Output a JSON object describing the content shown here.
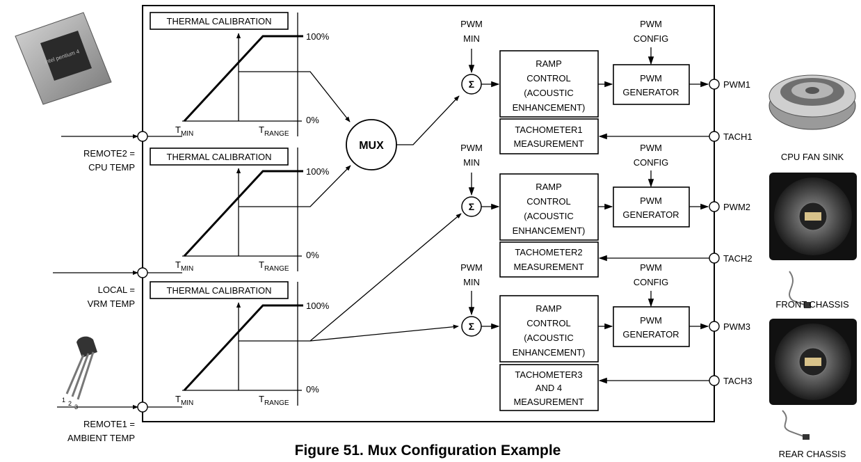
{
  "inputs": {
    "remote2": {
      "line1": "REMOTE2 =",
      "line2": "CPU TEMP"
    },
    "local": {
      "line1": "LOCAL =",
      "line2": "VRM TEMP"
    },
    "remote1": {
      "line1": "REMOTE1 =",
      "line2": "AMBIENT TEMP"
    }
  },
  "calibration": {
    "title": "THERMAL CALIBRATION",
    "pct_high": "100%",
    "pct_low": "0%",
    "t_min": {
      "base": "T",
      "sub": "MIN"
    },
    "t_range": {
      "base": "T",
      "sub": "RANGE"
    }
  },
  "mux_label": "MUX",
  "sigma": "Σ",
  "channels": [
    {
      "pwm_min": [
        "PWM",
        "MIN"
      ],
      "ramp": [
        "RAMP",
        "CONTROL",
        "(ACOUSTIC",
        "ENHANCEMENT)"
      ],
      "config": [
        "PWM",
        "CONFIG"
      ],
      "generator": [
        "PWM",
        "GENERATOR"
      ],
      "pwm_out": "PWM1",
      "tach_box": [
        "TACHOMETER1",
        "MEASUREMENT"
      ],
      "tach_in": "TACH1"
    },
    {
      "pwm_min": [
        "PWM",
        "MIN"
      ],
      "ramp": [
        "RAMP",
        "CONTROL",
        "(ACOUSTIC",
        "ENHANCEMENT)"
      ],
      "config": [
        "PWM",
        "CONFIG"
      ],
      "generator": [
        "PWM",
        "GENERATOR"
      ],
      "pwm_out": "PWM2",
      "tach_box": [
        "TACHOMETER2",
        "MEASUREMENT"
      ],
      "tach_in": "TACH2"
    },
    {
      "pwm_min": [
        "PWM",
        "MIN"
      ],
      "ramp": [
        "RAMP",
        "CONTROL",
        "(ACOUSTIC",
        "ENHANCEMENT)"
      ],
      "config": [
        "PWM",
        "CONFIG"
      ],
      "generator": [
        "PWM",
        "GENERATOR"
      ],
      "pwm_out": "PWM3",
      "tach_box": [
        "TACHOMETER3",
        "AND 4",
        "MEASUREMENT"
      ],
      "tach_in": "TACH3"
    }
  ],
  "fans": {
    "cpu": "CPU FAN SINK",
    "front": "FRONT CHASSIS",
    "rear": "REAR CHASSIS"
  },
  "photos": {
    "cpu_chip_text": "intel pentium 4",
    "sensor_pins": [
      "1",
      "2",
      "3"
    ]
  },
  "caption": "Figure 51. Mux Configuration Example"
}
